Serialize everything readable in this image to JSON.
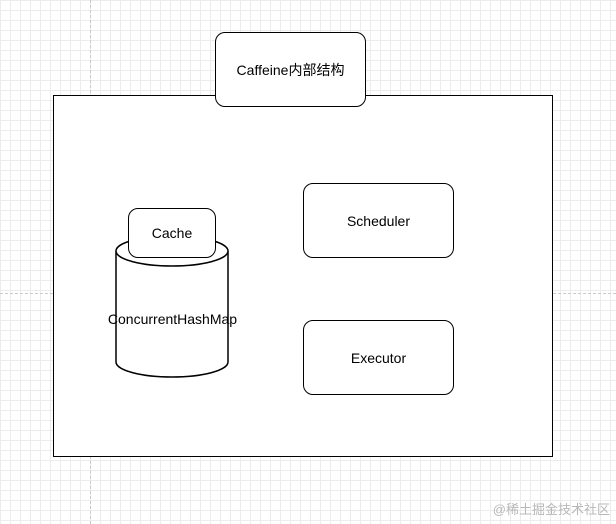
{
  "diagram": {
    "title": "Caffeine内部结构",
    "cache_label": "Cache",
    "storage_label": "ConcurrentHashMap",
    "scheduler_label": "Scheduler",
    "executor_label": "Executor"
  },
  "watermark": "@稀土掘金技术社区"
}
